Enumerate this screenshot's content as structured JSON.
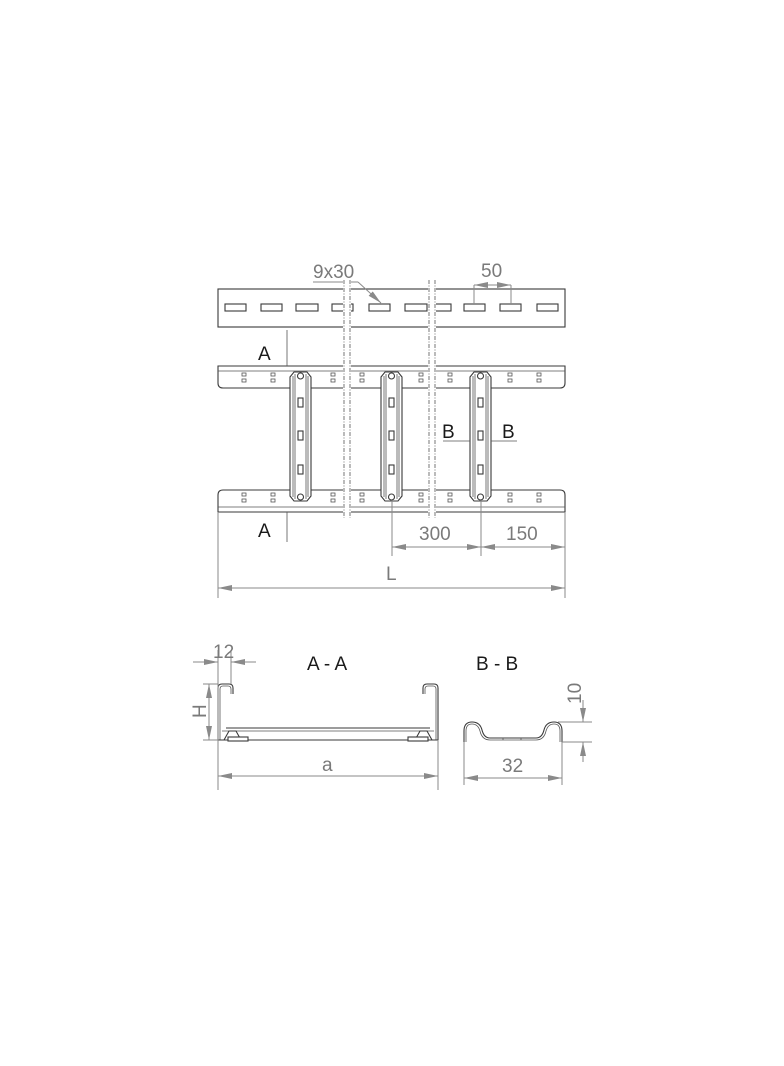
{
  "drawing": {
    "subject": "cable ladder technical drawing",
    "colors": {
      "object_line": "#3a3a3a",
      "dimension_line": "#8a8a8a",
      "dimension_text": "#7a7a7a",
      "label_text": "#1a1a1a",
      "background": "#ffffff"
    }
  },
  "side_view": {
    "slot_callout": "9x30",
    "slot_pitch": "50"
  },
  "top_view": {
    "section_a_top": "A",
    "section_a_bottom": "A",
    "section_b_left": "B",
    "section_b_right": "B",
    "rung_spacing": "300",
    "end_offset": "150",
    "length": "L"
  },
  "section_aa": {
    "title": "A - A",
    "lip_width": "12",
    "height": "H",
    "width": "a"
  },
  "section_bb": {
    "title": "B - B",
    "rung_depth": "10",
    "rung_width": "32"
  }
}
